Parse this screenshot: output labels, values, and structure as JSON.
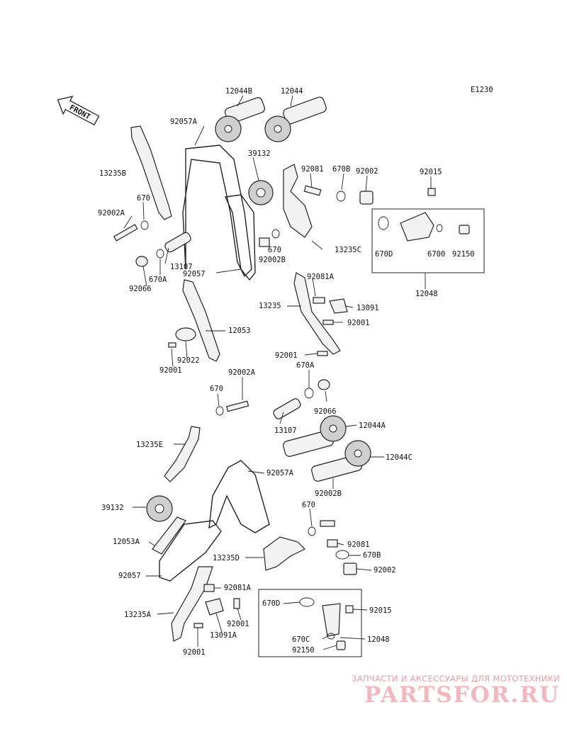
{
  "diagram": {
    "code": "E1230",
    "front_label": "FRONT",
    "labels": {
      "l_12044B": "12044B",
      "l_12044": "12044",
      "l_92057A_top": "92057A",
      "l_39132_top": "39132",
      "l_92081_top": "92081",
      "l_670B_top": "670B",
      "l_92002_top": "92002",
      "l_92015_top": "92015",
      "l_13235B": "13235B",
      "l_670_top": "670",
      "l_92002A_top": "92002A",
      "l_670_mid": "670",
      "l_670D_top": "670D",
      "l_13235C": "13235C",
      "l_6700_top": "6700",
      "l_92150_top": "92150",
      "l_92002B_top": "92002B",
      "l_13107_top": "13107",
      "l_92057_top": "92057",
      "l_670A_top": "670A",
      "l_92066_top": "92066",
      "l_92081A_top": "92081A",
      "l_12048_top": "12048",
      "l_13235": "13235",
      "l_13091": "13091",
      "l_92001_a": "92001",
      "l_12053": "12053",
      "l_92001_b": "92001",
      "l_92022": "92022",
      "l_92001_c": "92001",
      "l_670A_bot": "670A",
      "l_92002A_bot": "92002A",
      "l_670_bot": "670",
      "l_92066_bot": "92066",
      "l_13107_bot": "13107",
      "l_12044A": "12044A",
      "l_13235E": "13235E",
      "l_12044C": "12044C",
      "l_92057A_bot": "92057A",
      "l_92002B_bot": "92002B",
      "l_39132_bot": "39132",
      "l_670_bot2": "670",
      "l_12053A": "12053A",
      "l_92081_bot": "92081",
      "l_13235D": "13235D",
      "l_670B_bot": "670B",
      "l_92002_bot": "92002",
      "l_92057_bot": "92057",
      "l_92081A_bot": "92081A",
      "l_670D_bot": "670D",
      "l_92015_bot": "92015",
      "l_13235A": "13235A",
      "l_92001_d": "92001",
      "l_13091A": "13091A",
      "l_12048_bot": "12048",
      "l_670C_bot": "670C",
      "l_92150_bot": "92150",
      "l_92001_e": "92001"
    }
  },
  "watermark": {
    "tagline": "ЗАПЧАСТИ И АКСЕССУАРЫ ДЛЯ МОТОТЕХНИКИ",
    "logo": "PARTSFOR.RU",
    "color": "#f2b8bd"
  }
}
